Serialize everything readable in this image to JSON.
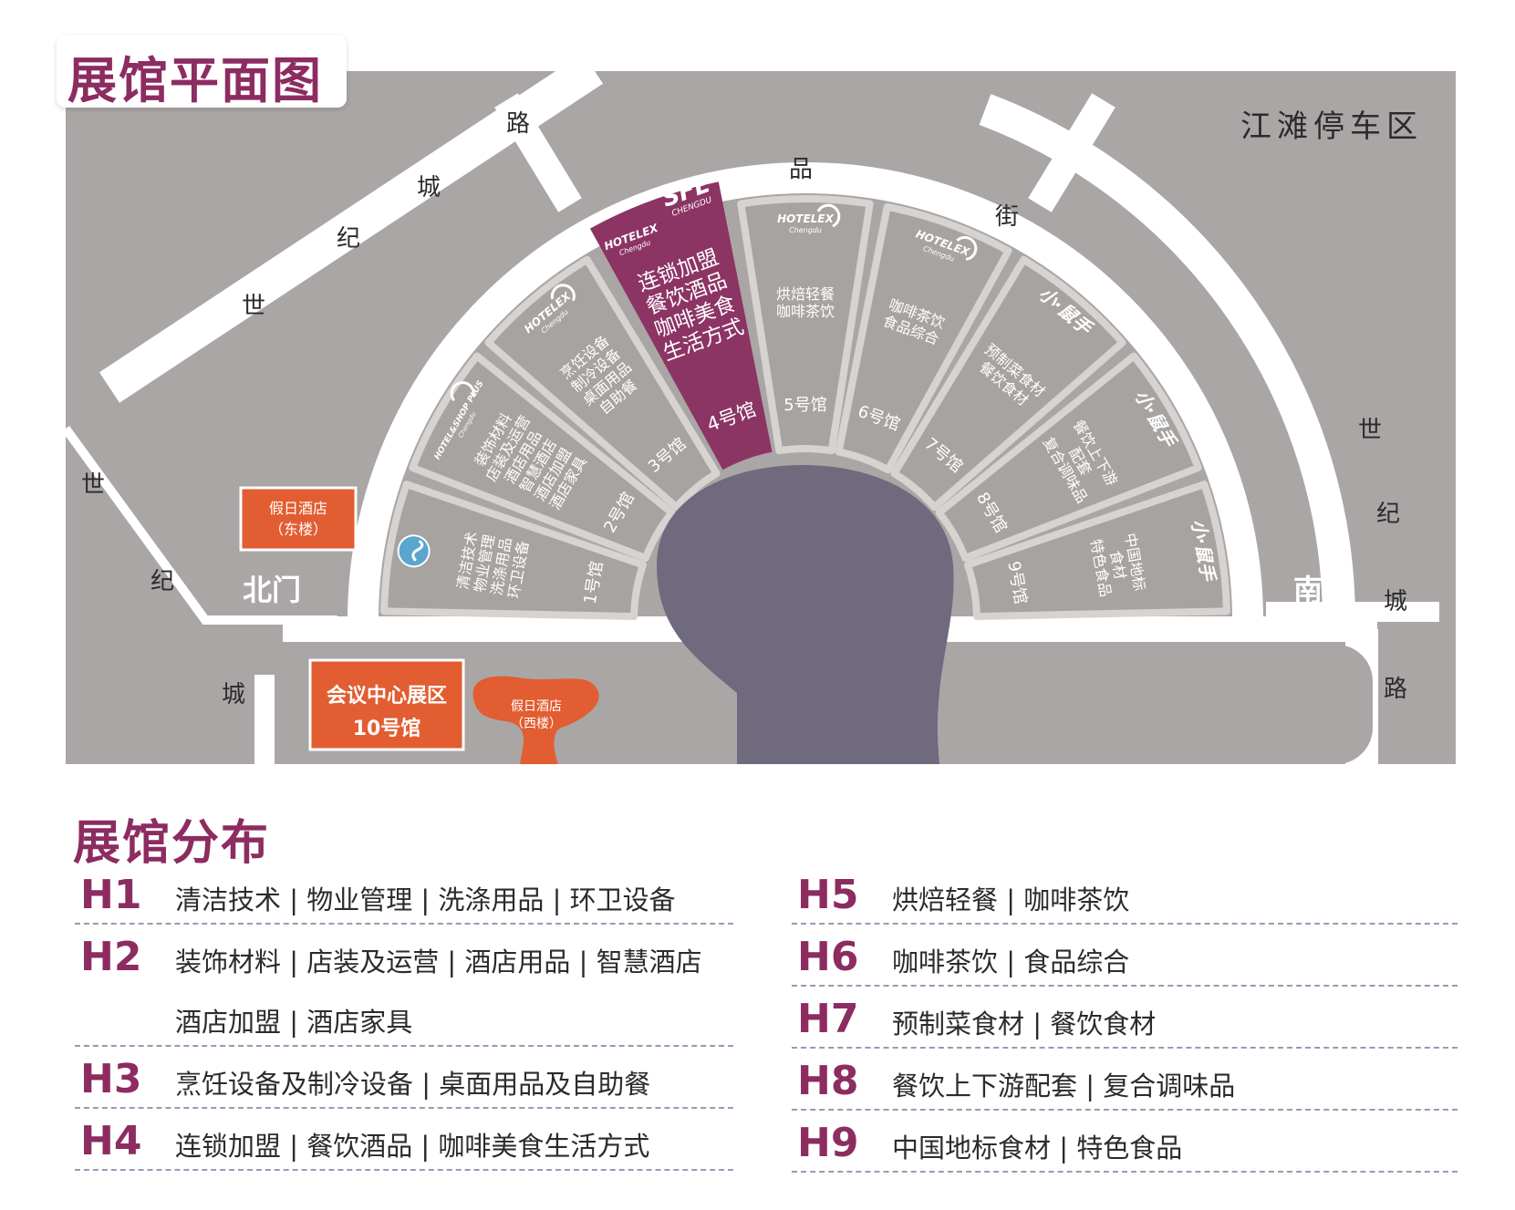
{
  "page": {
    "title": "展馆平面图",
    "legend_title": "展馆分布"
  },
  "map": {
    "roads": {
      "north_road_chars": [
        "路",
        "城",
        "纪",
        "世"
      ],
      "west_road_chars": [
        "世",
        "纪",
        "城"
      ],
      "east_road_chars": [
        "世",
        "纪",
        "城",
        "路"
      ],
      "pin_street_chars": [
        "品",
        "街"
      ]
    },
    "areas": {
      "parking": "江滩停车区",
      "north_gate": "北门",
      "south_gate": "南门",
      "hotel_east_line1": "假日酒店",
      "hotel_east_line2": "（东楼）",
      "hotel_west_line1": "假日酒店",
      "hotel_west_line2": "（西楼）",
      "conference_line1": "会议中心展区",
      "conference_line2": "10号馆"
    },
    "logos": {
      "hotelex": "HOTELEX",
      "hotelex_sub": "Chengdu",
      "hotel_shop_plus": "HOTEL&SHOP PLUS",
      "sfe": "SFE",
      "sfe_sub": "CHENGDU",
      "xiaoshu": "小·鼠手"
    },
    "halls": [
      {
        "num": "1号馆",
        "lines": [
          "清洁技术",
          "物业管理",
          "洗涤用品",
          "环卫设备"
        ],
        "logo": "cleaning"
      },
      {
        "num": "2号馆",
        "lines": [
          "装饰材料",
          "店装及运营",
          "酒店用品",
          "智慧酒店",
          "酒店加盟",
          "酒店家具"
        ],
        "logo": "hotelshop"
      },
      {
        "num": "3号馆",
        "lines": [
          "烹饪设备",
          "制冷设备",
          "桌面用品",
          "自助餐"
        ],
        "logo": "hotelex"
      },
      {
        "num": "4号馆",
        "lines": [
          "连锁加盟",
          "餐饮酒品",
          "咖啡美食",
          "生活方式"
        ],
        "logo": "sfe"
      },
      {
        "num": "5号馆",
        "lines": [
          "烘焙轻餐",
          "咖啡茶饮"
        ],
        "logo": "hotelex"
      },
      {
        "num": "6号馆",
        "lines": [
          "咖啡茶饮",
          "食品综合"
        ],
        "logo": "hotelex"
      },
      {
        "num": "7号馆",
        "lines": [
          "预制菜食材",
          "餐饮食材"
        ],
        "logo": "xiaoshu"
      },
      {
        "num": "8号馆",
        "lines": [
          "餐饮上下游",
          "配套",
          "复合调味品"
        ],
        "logo": "xiaoshu"
      },
      {
        "num": "9号馆",
        "lines": [
          "中国地标",
          "食材",
          "特色食品"
        ],
        "logo": "xiaoshu"
      }
    ]
  },
  "legend": {
    "left": [
      {
        "code": "H1",
        "desc": "清洁技术 | 物业管理 | 洗涤用品 | 环卫设备"
      },
      {
        "code": "H2",
        "desc": "装饰材料 | 店装及运营 | 酒店用品 | 智慧酒店",
        "desc2": "酒店加盟 | 酒店家具"
      },
      {
        "code": "H3",
        "desc": "烹饪设备及制冷设备 | 桌面用品及自助餐"
      },
      {
        "code": "H4",
        "desc": "连锁加盟 | 餐饮酒品 | 咖啡美食生活方式"
      }
    ],
    "right": [
      {
        "code": "H5",
        "desc": "烘焙轻餐 | 咖啡茶饮"
      },
      {
        "code": "H6",
        "desc": "咖啡茶饮 | 食品综合"
      },
      {
        "code": "H7",
        "desc": "预制菜食材 | 餐饮食材"
      },
      {
        "code": "H8",
        "desc": "餐饮上下游配套 | 复合调味品"
      },
      {
        "code": "H9",
        "desc": "中国地标食材 | 特色食品"
      }
    ]
  },
  "colors": {
    "brand": "#8c2c61",
    "hall4": "#8c3464",
    "hall": "#a7a3a1",
    "hall_border": "#d6d3d1",
    "ground": "#aaa6a5",
    "road": "#ffffff",
    "plaza": "#6f6a7e",
    "orange": "#e25d31",
    "divider": "#9d98b5"
  }
}
